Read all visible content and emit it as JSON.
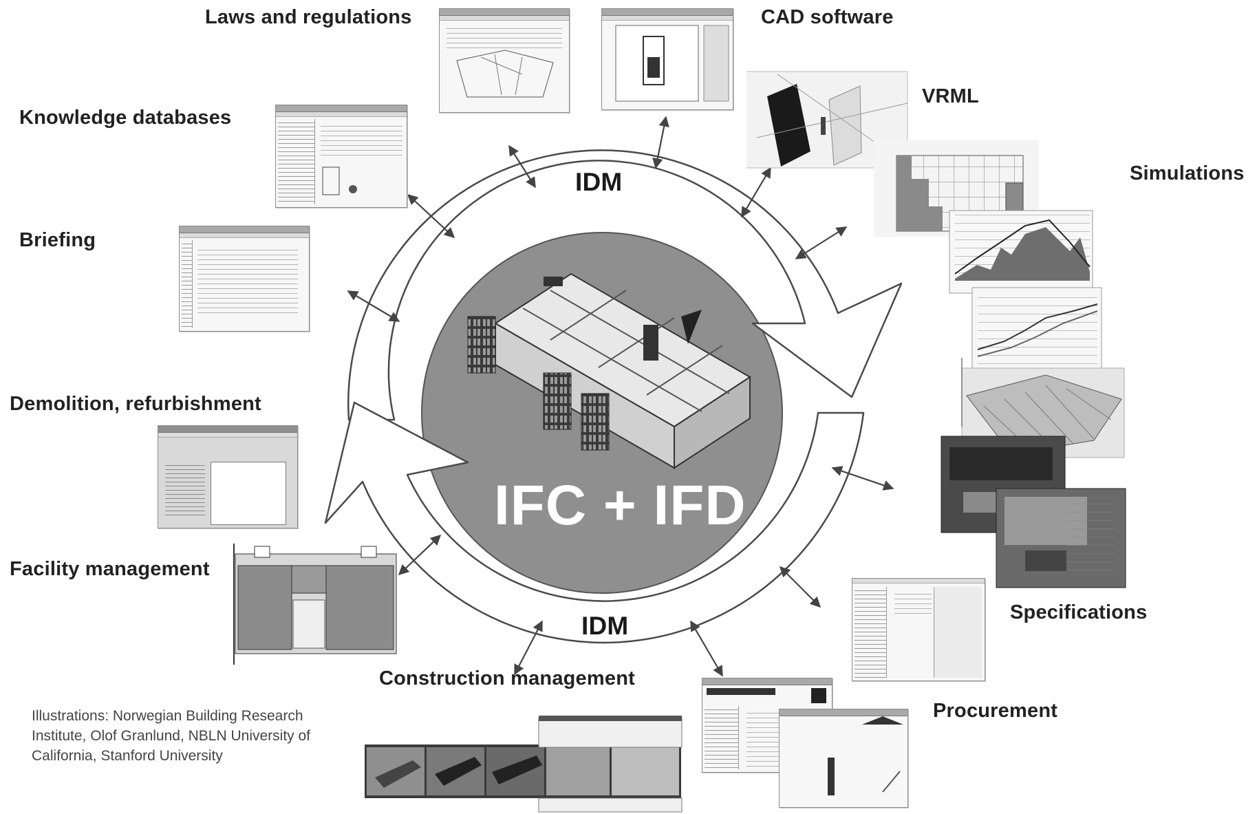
{
  "center": {
    "title": "IFC + IFD",
    "idm_top": "IDM",
    "idm_bottom": "IDM"
  },
  "labels": {
    "laws": "Laws and regulations",
    "cad": "CAD software",
    "vrml": "VRML",
    "knowledge": "Knowledge databases",
    "simulations": "Simulations",
    "briefing": "Briefing",
    "demolition": "Demolition, refurbishment",
    "facility": "Facility management",
    "specifications": "Specifications",
    "construction": "Construction management",
    "procurement": "Procurement"
  },
  "credit": "Illustrations: Norwegian Building Research Institute, Olof Granlund, NBLN University of California, Stanford University",
  "colors": {
    "disk": "#8f8f8f",
    "ring": "#ffffff",
    "outline": "#4a4a4a",
    "text_center": "#ffffff",
    "label": "#222222"
  }
}
